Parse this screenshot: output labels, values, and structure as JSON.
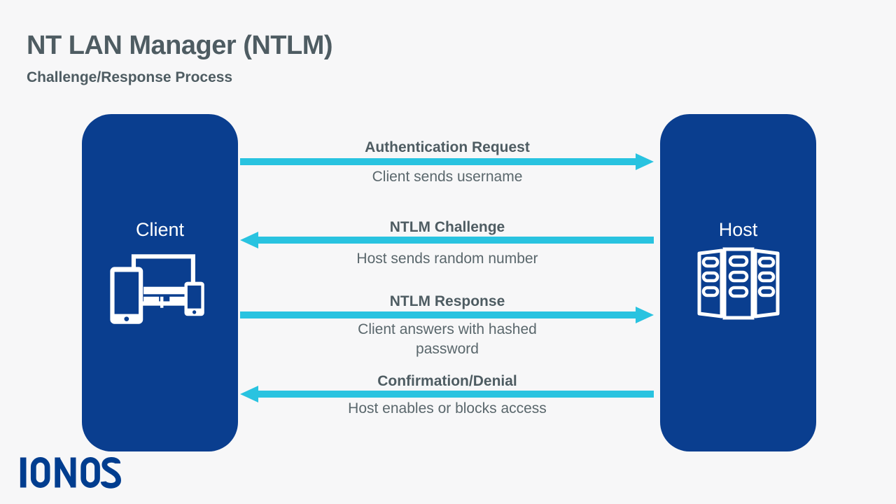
{
  "page": {
    "title": "NT LAN Manager (NTLM)",
    "subtitle": "Challenge/Response Process"
  },
  "nodes": {
    "client": {
      "label": "Client",
      "icon": "devices-icon"
    },
    "host": {
      "label": "Host",
      "icon": "server-rack-icon"
    }
  },
  "messages": [
    {
      "step": 1,
      "direction": "right",
      "from": "Client",
      "to": "Host",
      "title": "Authentication Request",
      "desc": "Client sends username"
    },
    {
      "step": 2,
      "direction": "left",
      "from": "Host",
      "to": "Client",
      "title": "NTLM Challenge",
      "desc": "Host sends random number"
    },
    {
      "step": 3,
      "direction": "right",
      "from": "Client",
      "to": "Host",
      "title": "NTLM Response",
      "desc": "Client answers with hashed password"
    },
    {
      "step": 4,
      "direction": "left",
      "from": "Host",
      "to": "Client",
      "title": "Confirmation/Denial",
      "desc": "Host enables or blocks access"
    }
  ],
  "branding": {
    "logo_text": "IONOS"
  },
  "colors": {
    "node_fill": "#0A3E8F",
    "arrow": "#29C3E0",
    "heading": "#4E5C62",
    "body_text": "#5A676C",
    "background": "#F7F7F8",
    "logo": "#003D8F"
  }
}
